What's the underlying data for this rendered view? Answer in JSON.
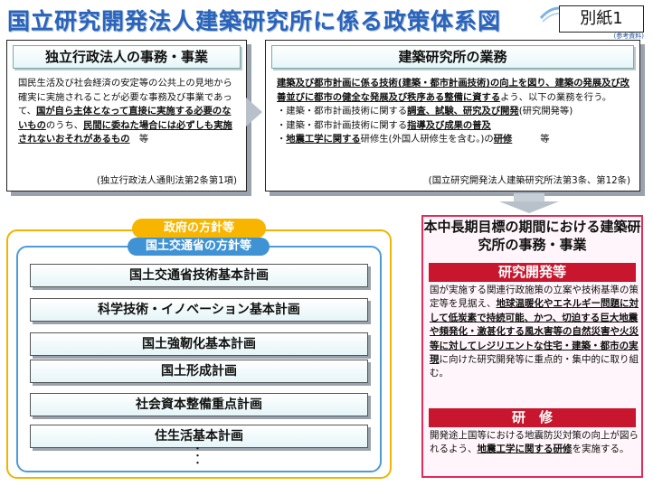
{
  "header": {
    "title": "国立研究開発法人建築研究所に係る政策体系図",
    "badge": "別紙1",
    "tiny_tag": "(参考資料)"
  },
  "left_box": {
    "heading": "独立行政法人の事務・事業",
    "t1": "国民生活及び社会経済の安定等の公共上の見地から確実に実施されることが必要な事務及び事業であって、",
    "t2": "国が自ら主体となって直接に実施する必要のないもの",
    "t3": "のうち、",
    "t4": "民間に委ねた場合には必ずしも実施されないおそれがあるもの",
    "t5": "　等",
    "cite": "(独立行政法人通則法第2条第1項)"
  },
  "right_box": {
    "heading": "建築研究所の業務",
    "p1": "建築及び都市計画に係る技術(建築・都市計画技術)の向上を図り、建築の発展及び改善並びに都市の健全な発展及び秩序ある整備に資する",
    "p1b": "よう、以下の業務を行う。",
    "b1a": "・建築・都市計画技術に関する",
    "b1b": "調査、試験、研究及び開発",
    "b1c": "(研究開発等)",
    "b2a": "・建築・都市計画技術に関する",
    "b2b": "指導及び成果の普及",
    "b3a": "・",
    "b3b": "地震工学に関する",
    "b3c": "研修生(外国人研修生を含む。)の",
    "b3d": "研修",
    "b3e": "　　　等",
    "cite": "(国立研究開発法人建築研究所法第3条、第12条)"
  },
  "government": {
    "label": "政府の方針等",
    "mlit_label": "国土交通省の方針等",
    "plans": [
      "国土交通省技術基本計画",
      "科学技術・イノベーション基本計画",
      "国土強靭化基本計画",
      "国土形成計画",
      "社会資本整備重点計画",
      "住生活基本計画"
    ],
    "ellipsis": "・\n・\n・"
  },
  "red_box": {
    "title": "本中長期目標の期間における建築研究所の事務・事業",
    "rd_band": "研究開発等",
    "rd1": "国が実施する関連行政施策の立案や技術基準の策定等を見据え、",
    "rd2": "地球温暖化やエネルギー問題に対して低炭素で持続可能、かつ、切迫する巨大地震や頻発化・激甚化する風水害等の自然災害や火災等に対してレジリエントな住宅・建築・都市の実現",
    "rd3": "に向けた研究開発等に重点的・集中的に取り組む。",
    "tr_band": "研　修",
    "tr1": "開発途上国等における地震防災対策の向上が図られるよう、",
    "tr2": "地震工学に関する研修",
    "tr3": "を実施する。"
  },
  "colors": {
    "title": "#2a63b8",
    "gov_border": "#f2b400",
    "mlit_border": "#4d9bd6",
    "red_border": "#e12b5a",
    "red_band": "#c7162e"
  }
}
